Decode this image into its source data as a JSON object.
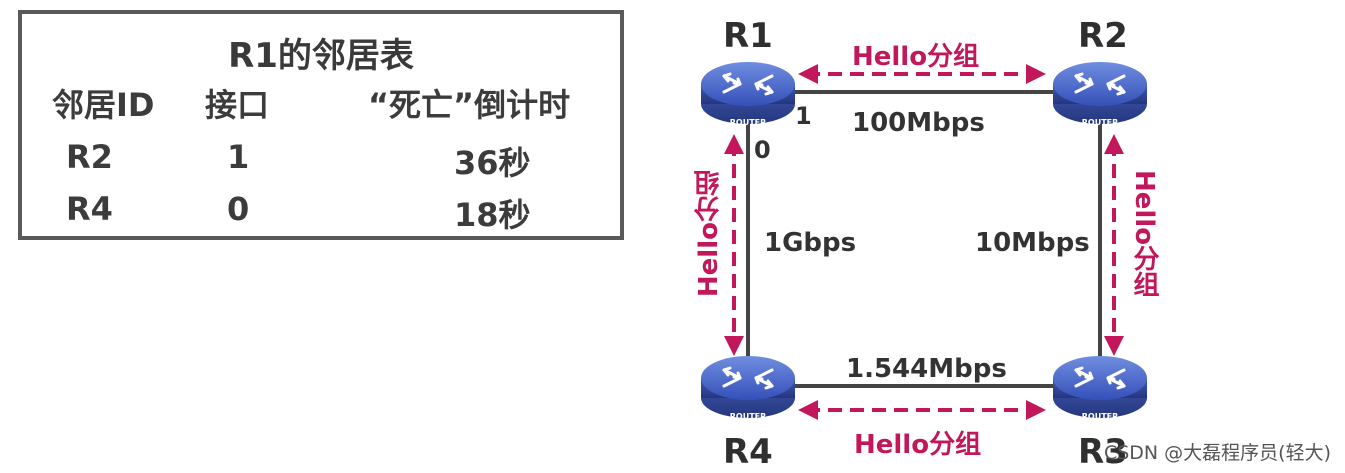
{
  "table": {
    "title": "R1的邻居表",
    "headers": [
      "邻居ID",
      "接口",
      "“死亡”倒计时"
    ],
    "rows": [
      [
        "R2",
        "1",
        "36秒"
      ],
      [
        "R4",
        "0",
        "18秒"
      ]
    ]
  },
  "network": {
    "routers": [
      {
        "name": "R1",
        "badge": "ROUTER"
      },
      {
        "name": "R2",
        "badge": "ROUTER"
      },
      {
        "name": "R3",
        "badge": "ROUTER"
      },
      {
        "name": "R4",
        "badge": "ROUTER"
      }
    ],
    "links": {
      "r1_r2": "100Mbps",
      "r1_r4": "1Gbps",
      "r2_r3": "10Mbps",
      "r4_r3": "1.544Mbps"
    },
    "ports": {
      "r1_to_r2": "1",
      "r1_to_r4": "0"
    },
    "hello_label": "Hello分组"
  },
  "watermark": "CSDN @大磊程序员(轻大)",
  "colors": {
    "hello": "#c2185b",
    "router": "#3f51b5",
    "link": "#444444"
  }
}
